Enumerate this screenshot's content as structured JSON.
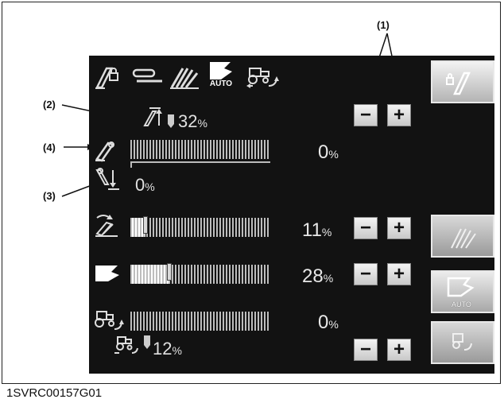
{
  "callouts": {
    "c1": "(1)",
    "c2": "(2)",
    "c3": "(3)",
    "c4": "(4)"
  },
  "footer": "1SVRC00157G01",
  "top_icons": [
    "hitch-lock-icon",
    "link-icon",
    "draft-control-icon",
    "auto-slip-icon",
    "tractor-turn-icon"
  ],
  "top_icon_auto_label": "AUTO",
  "top_buttons": {
    "minus": "−",
    "plus": "+"
  },
  "upper_limit": {
    "value": "32",
    "unit": "%"
  },
  "lower_limit": {
    "value": "0",
    "unit": "%"
  },
  "rows": [
    {
      "name": "hitch-position",
      "value": "0",
      "unit": "%",
      "level": 0
    },
    {
      "name": "draft-control",
      "value": "11",
      "unit": "%",
      "level": 0.11,
      "minus": "−",
      "plus": "+"
    },
    {
      "name": "slip-control",
      "value": "28",
      "unit": "%",
      "level": 0.28,
      "minus": "−",
      "plus": "+"
    },
    {
      "name": "turn-control",
      "value": "0",
      "unit": "%",
      "level": 0
    }
  ],
  "turn_setting": {
    "value": "12",
    "unit": "%",
    "minus": "−",
    "plus": "+"
  },
  "side_buttons": {
    "auto_label": "AUTO"
  }
}
